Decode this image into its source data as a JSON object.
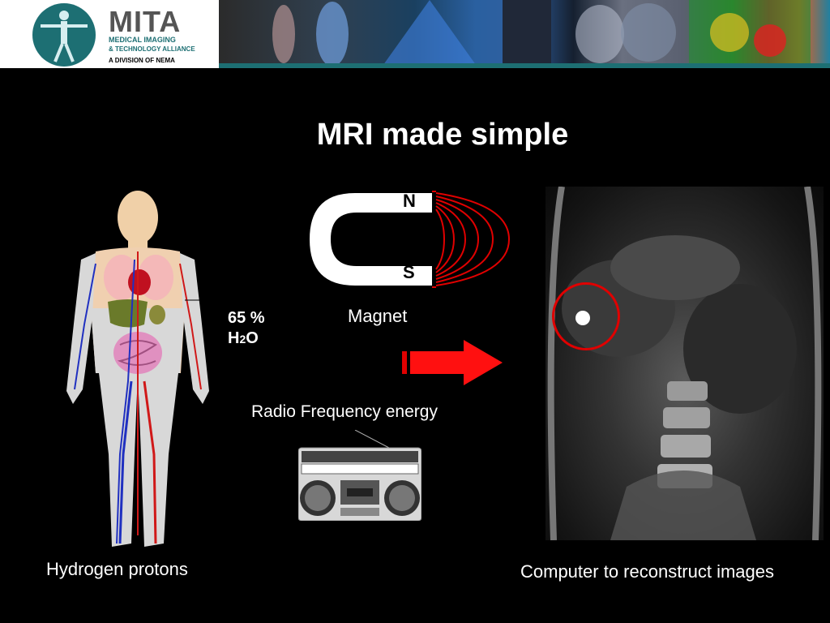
{
  "header": {
    "logo_name": "MITA",
    "logo_line1": "MEDICAL IMAGING",
    "logo_line2": "& TECHNOLOGY ALLIANCE",
    "logo_line3": "A DIVISION OF NEMA"
  },
  "slide": {
    "title": "MRI made simple",
    "body_label": "Hydrogen protons",
    "water_pct": "65 %",
    "water_formula_h": "H",
    "water_formula_sub": "2",
    "water_formula_o": "O",
    "magnet_north": "N",
    "magnet_south": "S",
    "magnet_label": "Magnet",
    "rf_label": "Radio Frequency energy",
    "computer_label": "Computer to reconstruct images"
  },
  "colors": {
    "background": "#000000",
    "accent_teal": "#1d6f73",
    "arrow_red": "#ff0000",
    "text": "#ffffff"
  }
}
